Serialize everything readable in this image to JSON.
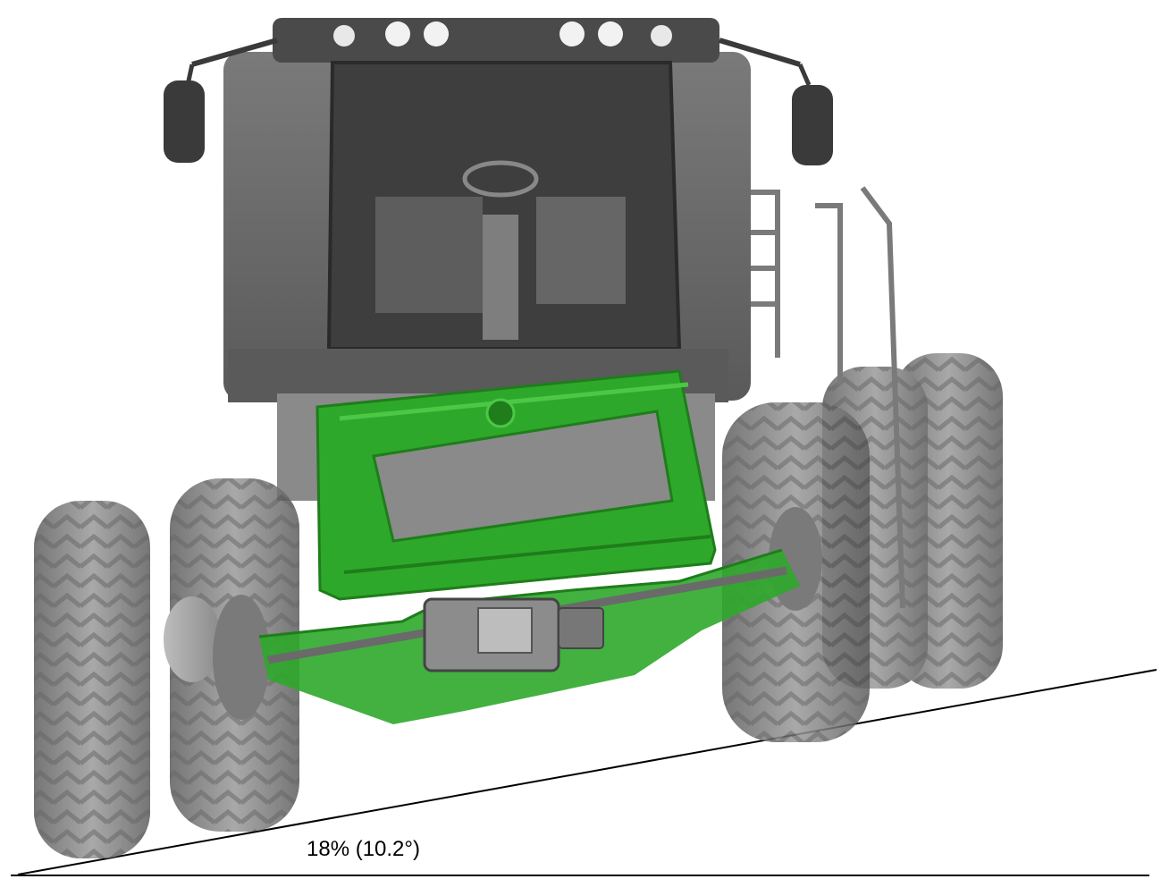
{
  "slope": {
    "label": "18% (10.2°)",
    "percent": 18,
    "degrees": 10.2
  },
  "colors": {
    "highlight": "#2ea82a",
    "highlight_dark": "#1f7d1c",
    "machine_gray": "#6e6e6e",
    "line": "#000000"
  }
}
